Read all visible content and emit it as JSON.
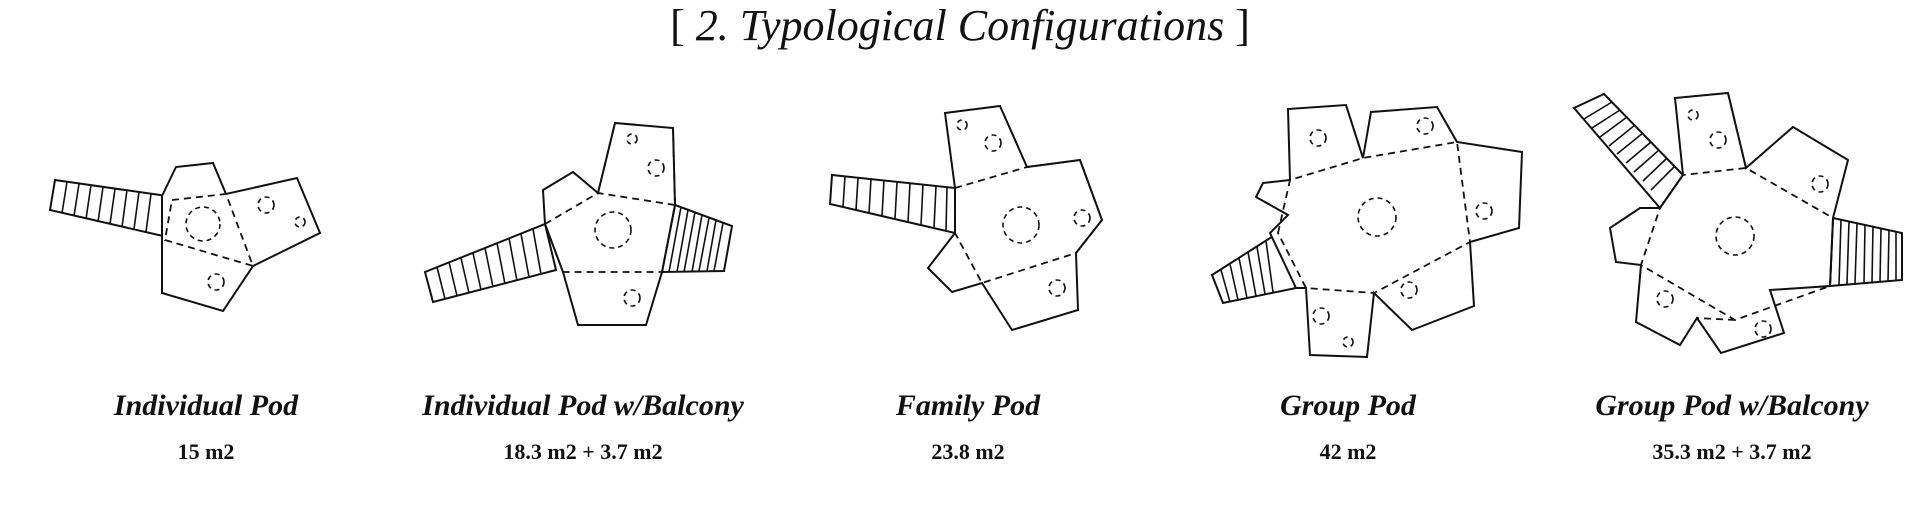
{
  "title": {
    "open_bracket": "[",
    "text": "2. Typological Configurations",
    "close_bracket": "]"
  },
  "configurations": [
    {
      "id": "individual",
      "name": "Individual Pod",
      "area": "15 m2"
    },
    {
      "id": "individual-balcony",
      "name": "Individual Pod w/Balcony",
      "area": "18.3 m2 + 3.7 m2"
    },
    {
      "id": "family",
      "name": "Family Pod",
      "area": "23.8 m2"
    },
    {
      "id": "group",
      "name": "Group Pod",
      "area": "42 m2"
    },
    {
      "id": "group-balcony",
      "name": "Group Pod w/Balcony",
      "area": "35.3 m2 + 3.7 m2"
    }
  ],
  "colors": {
    "ink": "#111111",
    "background": "#ffffff"
  }
}
